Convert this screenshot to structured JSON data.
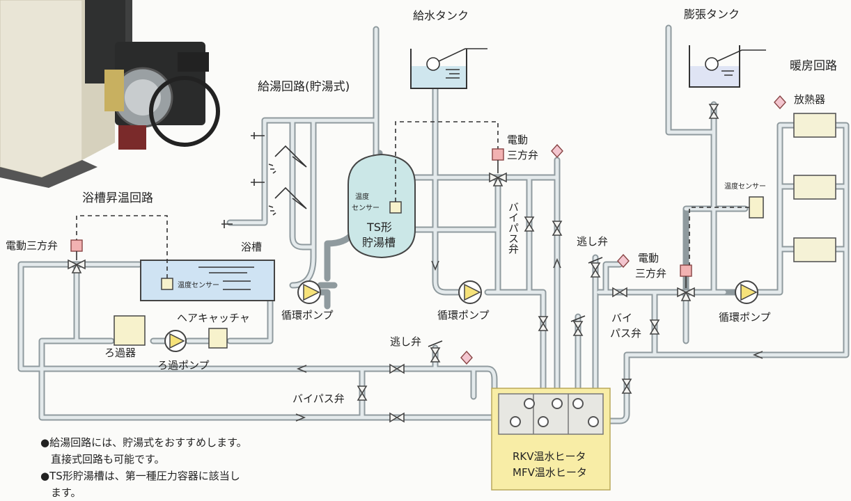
{
  "labels": {
    "water_supply_tank": "給水タンク",
    "expansion_tank": "膨張タンク",
    "hot_water_circuit": "給湯回路(貯湯式)",
    "heating_circuit": "暖房回路",
    "radiator": "放熱器",
    "bath_heating_circuit": "浴槽昇温回路",
    "bathtub": "浴槽",
    "motorized_valve_left": "電動三方弁",
    "motorized_valve_center_1": "電動",
    "motorized_valve_center_2": "三方弁",
    "motorized_valve_right_1": "電動",
    "motorized_valve_right_2": "三方弁",
    "temp_sensor_tank_1": "温度",
    "temp_sensor_tank_2": "センサー",
    "temp_sensor_bath": "温度センサー",
    "temp_sensor_heating": "温度センサー",
    "storage_tank_1": "TS形",
    "storage_tank_2": "貯湯槽",
    "bypass_valve_vertical": "バイパス弁",
    "bypass_valve_right_1": "バイ",
    "bypass_valve_right_2": "パス弁",
    "bypass_valve_bottom": "バイパス弁",
    "relief_valve_center": "逃し弁",
    "relief_valve_bottom": "逃し弁",
    "pump_hot_water_left": "循環ポンプ",
    "pump_hot_water_center": "循環ポンプ",
    "pump_heating": "循環ポンプ",
    "hair_catcher": "ヘアキャッチャ",
    "filter": "ろ過器",
    "filter_pump": "ろ過ポンプ",
    "heater_1": "RKV温水ヒータ",
    "heater_2": "MFV温水ヒータ"
  },
  "notes": [
    "●給湯回路には、貯湯式をおすすめします。",
    "　直接式回路も可能です。",
    "●TS形貯湯槽は、第一種圧力容器に該当し",
    "　ます。"
  ],
  "colors": {
    "pipe": "#8f9a9e",
    "water": "#cfe6ee",
    "heater_box": "#f8eda6",
    "actuator": "#f2b2b2",
    "pump_triangle": "#f6e27a"
  }
}
